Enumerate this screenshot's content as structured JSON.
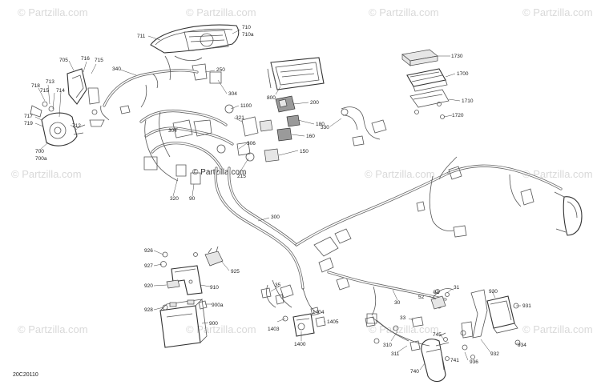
{
  "watermark": "© Partzilla.com",
  "center_watermark": "© Partzilla.com",
  "diagram_code": "20C20110",
  "callouts": [
    "711",
    "710",
    "710a",
    "705",
    "716",
    "715",
    "340",
    "250",
    "304",
    "1100",
    "718",
    "713",
    "715",
    "714",
    "717",
    "719",
    "712",
    "321",
    "304",
    "306",
    "700",
    "700a",
    "320",
    "90",
    "215",
    "800",
    "200",
    "180",
    "330",
    "160",
    "150",
    "1730",
    "1700",
    "1710",
    "1720",
    "300",
    "926",
    "927",
    "925",
    "920",
    "910",
    "900a",
    "928",
    "900",
    "35",
    "1403",
    "1404",
    "1405",
    "1400",
    "30",
    "52",
    "51",
    "31",
    "33",
    "745",
    "310",
    "311",
    "740",
    "741",
    "936",
    "932",
    "930",
    "931",
    "934"
  ]
}
